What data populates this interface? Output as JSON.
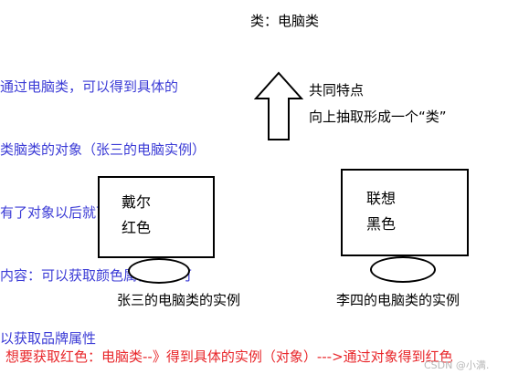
{
  "title": "类：电脑类",
  "description_lines": [
    "通过电脑类，可以得到具体的",
    "类脑类的对象（张三的电脑实例）",
    "有了对象以后就可以获取对象的",
    "内容：可以获取颜色属性，还可",
    "以获取品牌属性"
  ],
  "abstraction": {
    "line1": "共同特点",
    "line2": "向上抽取形成一个“类”"
  },
  "computers": [
    {
      "brand": "戴尔",
      "color": "红色",
      "caption": "张三的电脑类的实例"
    },
    {
      "brand": "联想",
      "color": "黑色",
      "caption": "李四的电脑类的实例"
    }
  ],
  "bottom_line": "想要获取红色：电脑类--》得到具体的实例（对象）--->通过对象得到红色",
  "watermark": "CSDN @小满.",
  "colors": {
    "blue": "#3b3bd6",
    "red": "#e8262a",
    "line": "#000000"
  }
}
